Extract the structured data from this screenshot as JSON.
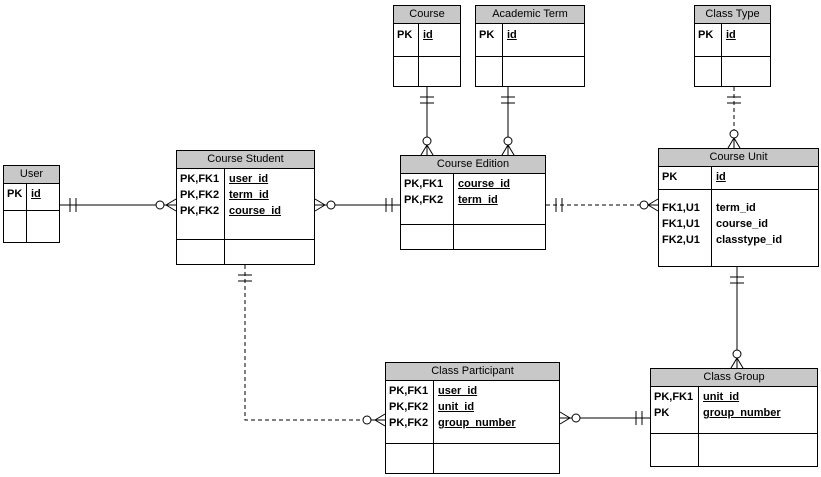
{
  "entities": {
    "user": {
      "title": "User",
      "key_rows": [
        {
          "key": "PK",
          "name": "id"
        }
      ]
    },
    "course": {
      "title": "Course",
      "key_rows": [
        {
          "key": "PK",
          "name": "id"
        }
      ]
    },
    "academic_term": {
      "title": "Academic Term",
      "key_rows": [
        {
          "key": "PK",
          "name": "id"
        }
      ]
    },
    "class_type": {
      "title": "Class Type",
      "key_rows": [
        {
          "key": "PK",
          "name": "id"
        }
      ]
    },
    "course_student": {
      "title": "Course Student",
      "key_rows": [
        {
          "key": "PK,FK1",
          "name": "user_id"
        },
        {
          "key": "PK,FK2",
          "name": "term_id"
        },
        {
          "key": "PK,FK2",
          "name": "course_id"
        }
      ]
    },
    "course_edition": {
      "title": "Course Edition",
      "key_rows": [
        {
          "key": "PK,FK1",
          "name": "course_id"
        },
        {
          "key": "PK,FK2",
          "name": "term_id"
        }
      ]
    },
    "course_unit": {
      "title": "Course Unit",
      "key_rows": [
        {
          "key": "PK",
          "name": "id"
        }
      ],
      "attr_rows": [
        {
          "key": "FK1,U1",
          "name": "term_id"
        },
        {
          "key": "FK1,U1",
          "name": "course_id"
        },
        {
          "key": "FK2,U1",
          "name": "classtype_id"
        }
      ]
    },
    "class_participant": {
      "title": "Class Participant",
      "key_rows": [
        {
          "key": "PK,FK1",
          "name": "user_id"
        },
        {
          "key": "PK,FK2",
          "name": "unit_id"
        },
        {
          "key": "PK,FK2",
          "name": "group_number"
        }
      ]
    },
    "class_group": {
      "title": "Class Group",
      "key_rows": [
        {
          "key": "PK,FK1",
          "name": "unit_id"
        },
        {
          "key": "PK",
          "name": "group_number"
        }
      ]
    }
  },
  "relationships": [
    {
      "from": "User",
      "to": "Course Student",
      "from_end": "one",
      "to_end": "zero-or-many",
      "line": "solid"
    },
    {
      "from": "Course Edition",
      "to": "Course Student",
      "from_end": "one",
      "to_end": "zero-or-many",
      "line": "solid"
    },
    {
      "from": "Course",
      "to": "Course Edition",
      "from_end": "one",
      "to_end": "zero-or-many",
      "line": "solid"
    },
    {
      "from": "Academic Term",
      "to": "Course Edition",
      "from_end": "one",
      "to_end": "zero-or-many",
      "line": "solid"
    },
    {
      "from": "Class Type",
      "to": "Course Unit",
      "from_end": "one",
      "to_end": "zero-or-many",
      "line": "dashed"
    },
    {
      "from": "Course Edition",
      "to": "Course Unit",
      "from_end": "one",
      "to_end": "zero-or-many",
      "line": "dashed"
    },
    {
      "from": "Course Unit",
      "to": "Class Group",
      "from_end": "one",
      "to_end": "zero-or-many",
      "line": "solid"
    },
    {
      "from": "Class Group",
      "to": "Class Participant",
      "from_end": "one",
      "to_end": "zero-or-many",
      "line": "solid"
    },
    {
      "from": "Course Student",
      "to": "Class Participant",
      "from_end": "one",
      "to_end": "zero-or-many",
      "line": "dashed"
    }
  ],
  "colors": {
    "header_bg": "#c8c8c8",
    "border": "#000000",
    "background": "#ffffff"
  }
}
